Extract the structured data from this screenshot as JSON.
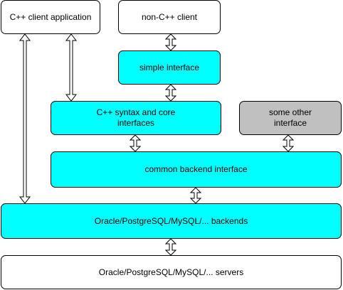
{
  "colors": {
    "primary_box": "#00ffff",
    "secondary_box": "#c0c0c0",
    "plain_box": "#ffffff",
    "border": "#000000",
    "arrow_fill": "#ffffff"
  },
  "boxes": {
    "cpp_client": {
      "label": "C++ client application",
      "fill": "plain"
    },
    "non_cpp_client": {
      "label": "non-C++ client",
      "fill": "plain"
    },
    "simple_interface": {
      "label": "simple interface",
      "fill": "primary"
    },
    "cpp_syntax": {
      "label": "C++ syntax and core\ninterfaces",
      "fill": "primary"
    },
    "other_interface": {
      "label": "some other\ninterface",
      "fill": "secondary"
    },
    "common_backend": {
      "label": "common backend interface",
      "fill": "primary"
    },
    "backends": {
      "label": "Oracle/PostgreSQL/MySQL/... backends",
      "fill": "primary"
    },
    "servers": {
      "label": "Oracle/PostgreSQL/MySQL/... servers",
      "fill": "plain"
    }
  },
  "connections": [
    {
      "from": "non_cpp_client",
      "to": "simple_interface",
      "type": "bidirectional"
    },
    {
      "from": "simple_interface",
      "to": "cpp_syntax",
      "type": "bidirectional"
    },
    {
      "from": "cpp_client",
      "to": "cpp_syntax",
      "type": "bidirectional"
    },
    {
      "from": "cpp_client",
      "to": "backends",
      "type": "bidirectional"
    },
    {
      "from": "cpp_syntax",
      "to": "common_backend",
      "type": "bidirectional"
    },
    {
      "from": "other_interface",
      "to": "common_backend",
      "type": "bidirectional"
    },
    {
      "from": "common_backend",
      "to": "backends",
      "type": "bidirectional"
    },
    {
      "from": "backends",
      "to": "servers",
      "type": "bidirectional"
    }
  ]
}
